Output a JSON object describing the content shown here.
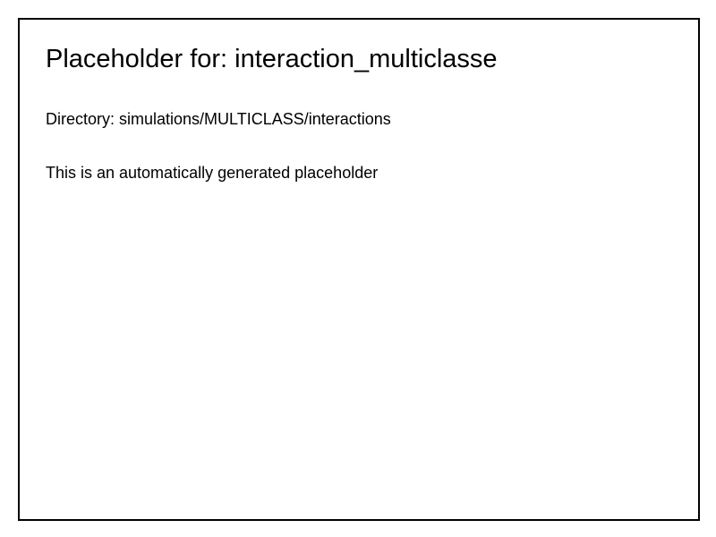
{
  "document": {
    "title": "Placeholder for: interaction_multiclasse",
    "directory": "Directory: simulations/MULTICLASS/interactions",
    "note": "This is an automatically generated placeholder"
  }
}
